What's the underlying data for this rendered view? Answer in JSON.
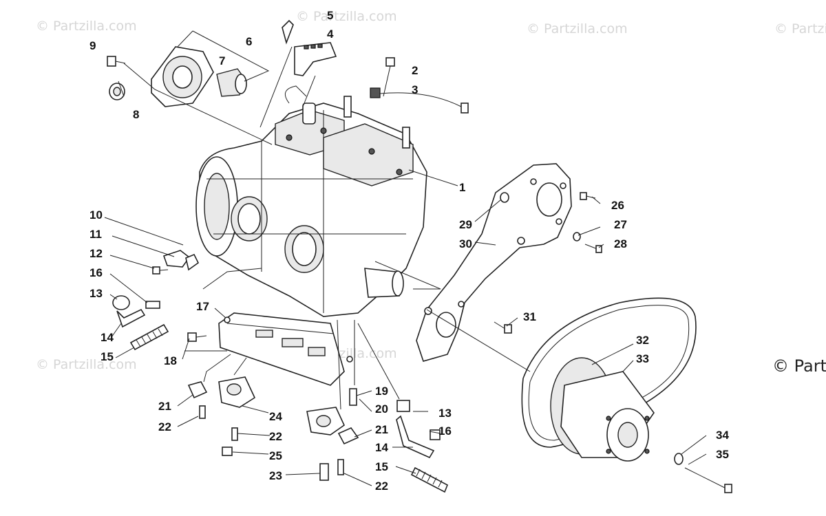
{
  "watermarks": {
    "w1": "© Partzilla.com",
    "w2": "© Partzilla.com",
    "w3": "© Partzilla.com",
    "w4": "© Partzilla.com",
    "w5": "© Partzilla.com",
    "w6": "© Partzilla.com",
    "big": "© Partzilla.com"
  },
  "callouts": {
    "c1": "1",
    "c2": "2",
    "c3": "3",
    "c4": "4",
    "c5": "5",
    "c6": "6",
    "c7": "7",
    "c8": "8",
    "c9": "9",
    "c10": "10",
    "c11": "11",
    "c12": "12",
    "c13a": "13",
    "c13b": "13",
    "c14a": "14",
    "c14b": "14",
    "c15a": "15",
    "c15b": "15",
    "c16a": "16",
    "c16b": "16",
    "c17": "17",
    "c18": "18",
    "c19": "19",
    "c20": "20",
    "c21a": "21",
    "c21b": "21",
    "c22a": "22",
    "c22b": "22",
    "c22c": "22",
    "c23": "23",
    "c24": "24",
    "c25": "25",
    "c26": "26",
    "c27": "27",
    "c28": "28",
    "c29": "29",
    "c30": "30",
    "c31": "31",
    "c32": "32",
    "c33": "33",
    "c34": "34",
    "c35": "35"
  }
}
